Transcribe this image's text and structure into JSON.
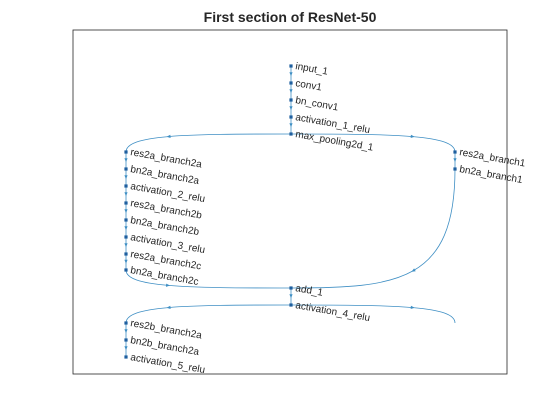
{
  "title": "First section of ResNet-50",
  "colors": {
    "edge": "#3f8fc4",
    "node": "#1f5f9f",
    "axes": "#262626",
    "text": "#262626"
  },
  "nodes": [
    {
      "id": "input_1",
      "label": "input_1"
    },
    {
      "id": "conv1",
      "label": "conv1"
    },
    {
      "id": "bn_conv1",
      "label": "bn_conv1"
    },
    {
      "id": "activation_1_relu",
      "label": "activation_1_relu"
    },
    {
      "id": "max_pooling2d_1",
      "label": "max_pooling2d_1"
    },
    {
      "id": "res2a_branch2a",
      "label": "res2a_branch2a"
    },
    {
      "id": "bn2a_branch2a",
      "label": "bn2a_branch2a"
    },
    {
      "id": "activation_2_relu",
      "label": "activation_2_relu"
    },
    {
      "id": "res2a_branch2b",
      "label": "res2a_branch2b"
    },
    {
      "id": "bn2a_branch2b",
      "label": "bn2a_branch2b"
    },
    {
      "id": "activation_3_relu",
      "label": "activation_3_relu"
    },
    {
      "id": "res2a_branch2c",
      "label": "res2a_branch2c"
    },
    {
      "id": "bn2a_branch2c",
      "label": "bn2a_branch2c"
    },
    {
      "id": "res2a_branch1",
      "label": "res2a_branch1"
    },
    {
      "id": "bn2a_branch1",
      "label": "bn2a_branch1"
    },
    {
      "id": "add_1",
      "label": "add_1"
    },
    {
      "id": "activation_4_relu",
      "label": "activation_4_relu"
    },
    {
      "id": "res2b_branch2a",
      "label": "res2b_branch2a"
    },
    {
      "id": "bn2b_branch2a",
      "label": "bn2b_branch2a"
    },
    {
      "id": "activation_5_relu",
      "label": "activation_5_relu"
    }
  ],
  "edges": [
    [
      "input_1",
      "conv1"
    ],
    [
      "conv1",
      "bn_conv1"
    ],
    [
      "bn_conv1",
      "activation_1_relu"
    ],
    [
      "activation_1_relu",
      "max_pooling2d_1"
    ],
    [
      "max_pooling2d_1",
      "res2a_branch2a"
    ],
    [
      "max_pooling2d_1",
      "res2a_branch1"
    ],
    [
      "res2a_branch2a",
      "bn2a_branch2a"
    ],
    [
      "bn2a_branch2a",
      "activation_2_relu"
    ],
    [
      "activation_2_relu",
      "res2a_branch2b"
    ],
    [
      "res2a_branch2b",
      "bn2a_branch2b"
    ],
    [
      "bn2a_branch2b",
      "activation_3_relu"
    ],
    [
      "activation_3_relu",
      "res2a_branch2c"
    ],
    [
      "res2a_branch2c",
      "bn2a_branch2c"
    ],
    [
      "res2a_branch1",
      "bn2a_branch1"
    ],
    [
      "bn2a_branch2c",
      "add_1"
    ],
    [
      "bn2a_branch1",
      "add_1"
    ],
    [
      "add_1",
      "activation_4_relu"
    ],
    [
      "activation_4_relu",
      "res2b_branch2a"
    ],
    [
      "activation_4_relu",
      "continuation"
    ],
    [
      "res2b_branch2a",
      "bn2b_branch2a"
    ],
    [
      "bn2b_branch2a",
      "activation_5_relu"
    ]
  ]
}
